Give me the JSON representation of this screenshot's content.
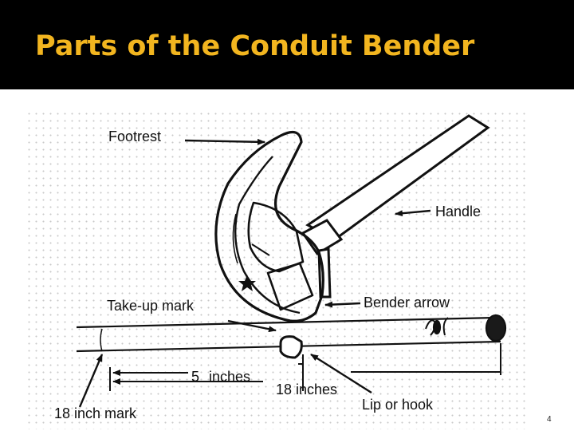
{
  "slide": {
    "title": "Parts of the Conduit Bender",
    "page_number": "4",
    "title_color": "#f2b51f",
    "title_bar_color": "#000000"
  },
  "diagram": {
    "labels": {
      "footrest": "Footrest",
      "handle": "Handle",
      "takeup": "Take-up mark",
      "bender_arrow": "Bender arrow",
      "five_num": "5",
      "five_unit": "inches",
      "eighteen": "18 inches",
      "lip": "Lip or hook",
      "eighteen_mark": "18 inch mark"
    }
  }
}
